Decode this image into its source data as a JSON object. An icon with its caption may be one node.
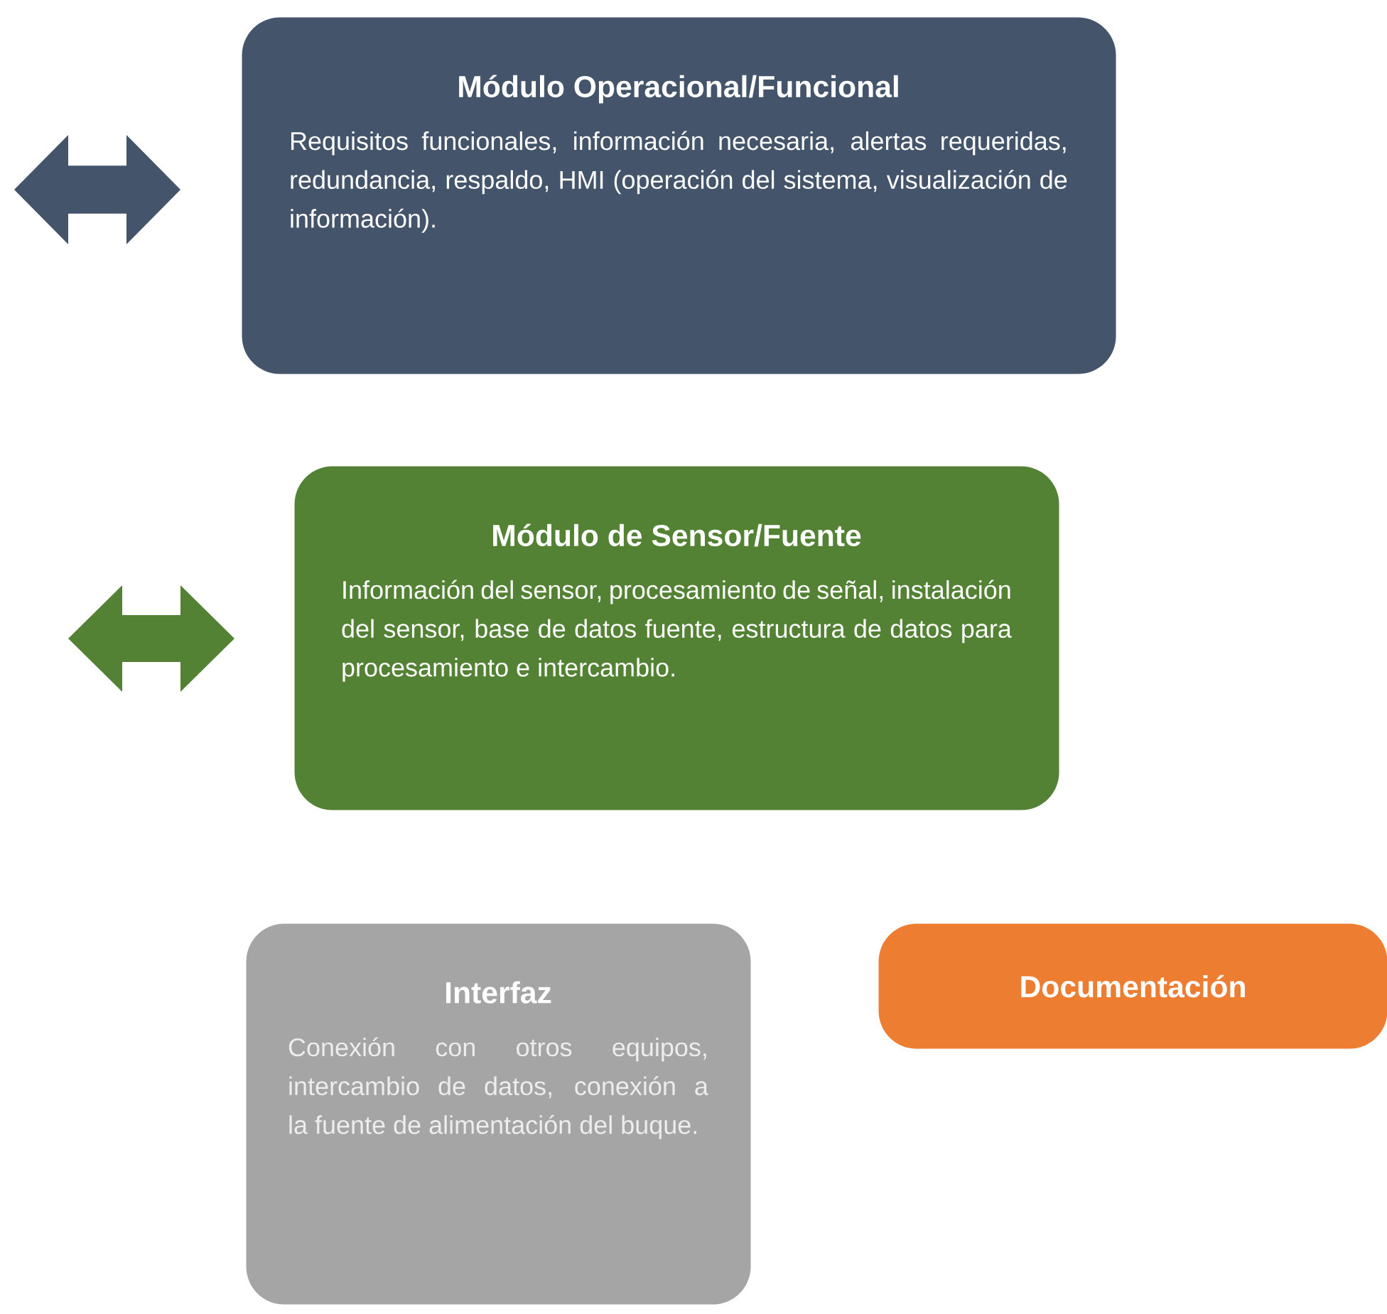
{
  "diagram": {
    "nodes": [
      {
        "text": [
          "Módulo Operacional/Funcional",
          "Requisitos funcionales, información necesaria, alertas requeridas, redundancia, respaldo, HMI (operación del sistema, visualización de información)."
        ]
      },
      {
        "text": [
          "Módulo de Sensor/Fuente",
          "Información del sensor, procesamiento de señal, instalación del sensor, base de datos fuente, estructura de datos para procesamiento e intercambio."
        ]
      },
      {
        "text": [
          "Interfaz",
          "Conexión con otros equipos, intercambio de datos, conexión a la fuente de alimentación del buque."
        ]
      },
      {
        "text": [
          "Documentación"
        ]
      }
    ]
  }
}
